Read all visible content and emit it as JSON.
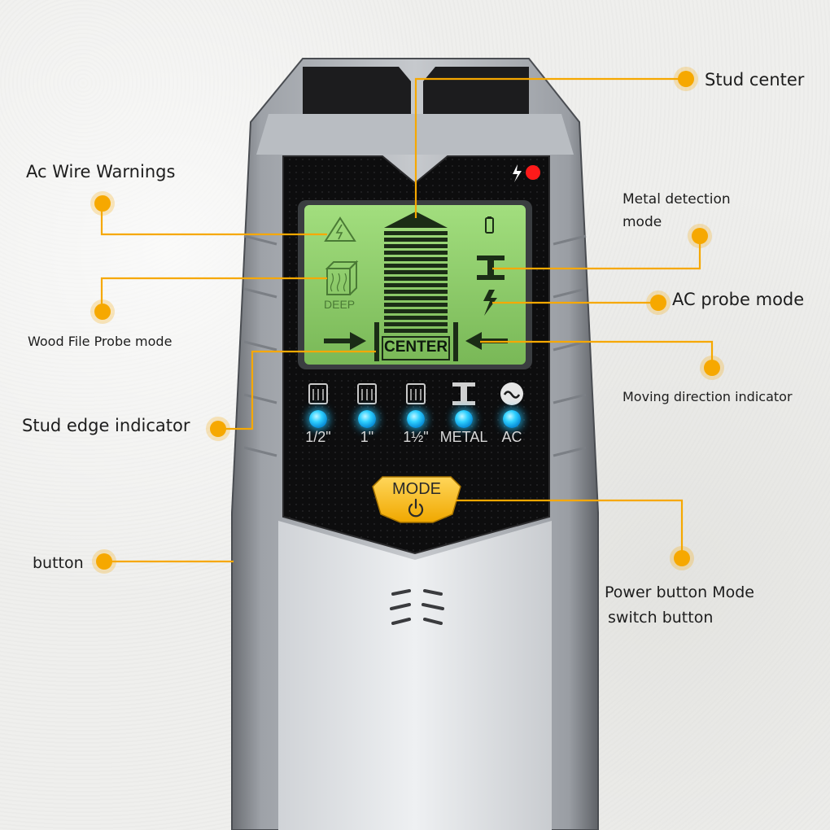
{
  "callouts": {
    "stud_center": "Stud center",
    "ac_wire_warnings": "Ac Wire Warnings",
    "metal_detection_mode": "Metal detection\nmode",
    "ac_probe_mode": "AC probe mode",
    "wood_file_probe_mode": "Wood File Probe mode",
    "moving_direction_indicator": "Moving direction indicator",
    "stud_edge_indicator": "Stud edge indicator",
    "button": "button",
    "power_button_mode_switch_line1": "Power button Mode",
    "power_button_mode_switch_line2": "switch button"
  },
  "device": {
    "lcd_deep_label": "DEEP",
    "lcd_center_label": "CENTER",
    "mode_button_label": "MODE",
    "led_labels": [
      "1/2\"",
      "1\"",
      "1½\"",
      "METAL",
      "AC"
    ]
  },
  "colors": {
    "accent": "#f6a800",
    "lcd_background": "#8fcf6a",
    "led": "#2fd0ff",
    "status_led": "#ff1a1a"
  }
}
